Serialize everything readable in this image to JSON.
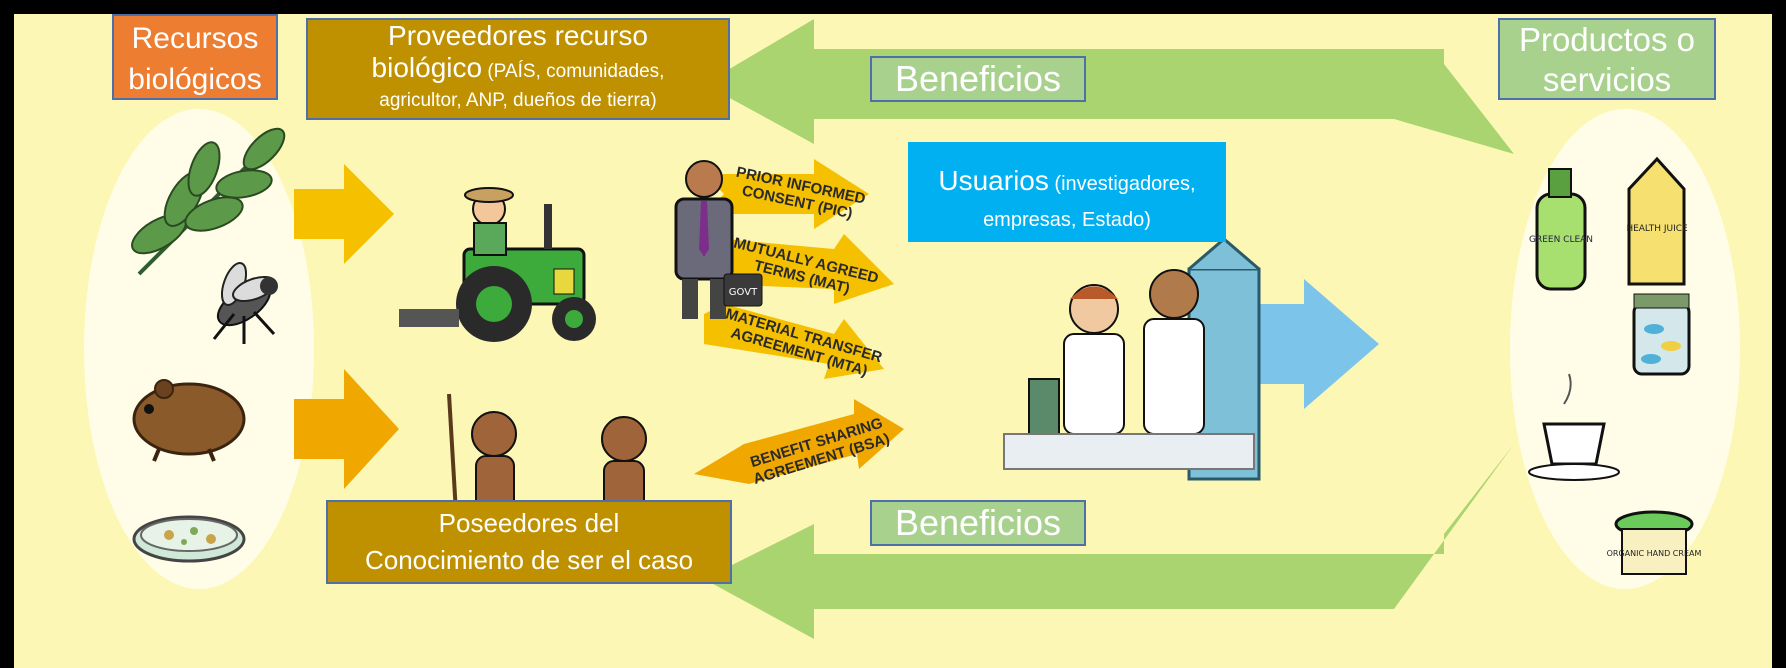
{
  "boxes": {
    "recursos": {
      "line1": "Recursos",
      "line2": "biológicos",
      "color": "#ed7d31"
    },
    "proveedores": {
      "line1": "Proveedores recurso",
      "line2_main": "biológico",
      "line2_small": " (PAÍS, comunidades,",
      "line3": "agricultor, ANP, dueños de tierra)",
      "color": "#bf9000"
    },
    "productos": {
      "line1": "Productos o",
      "line2": "servicios",
      "color": "#a9d18e"
    },
    "usuarios": {
      "main": "Usuarios",
      "small1": " (investigadores,",
      "small2": "empresas, Estado)",
      "color": "#00b0f0"
    },
    "poseedores": {
      "line1": "Poseedores del",
      "line2": "Conocimiento de ser el caso",
      "color": "#bf9000"
    },
    "beneficios_top": {
      "text": "Beneficios",
      "color": "#a9d18e"
    },
    "beneficios_bottom": {
      "text": "Beneficios",
      "color": "#a9d18e"
    }
  },
  "agreements": [
    {
      "line1": "PRIOR INFORMED",
      "line2": "CONSENT (PIC)"
    },
    {
      "line1": "MUTUALLY AGREED",
      "line2": "TERMS (MAT)"
    },
    {
      "line1": "MATERIAL TRANSFER",
      "line2": "AGREEMENT (MTA)"
    },
    {
      "line1": "BENEFIT SHARING",
      "line2": "AGREEMENT (BSA)"
    }
  ],
  "illustration_labels": {
    "govt": "GOVT",
    "green_clean": "GREEN CLEAN",
    "health_juice": "HEALTH JUICE",
    "organic_hand_cream": "ORGANIC HAND CREAM"
  },
  "colors": {
    "background": "#fdf7b6",
    "green_arrow": "#a9d46f",
    "yellow_arrow": "#f5c000",
    "blue_arrow": "#7cc4ea",
    "orange_arrow": "#f0a800"
  }
}
